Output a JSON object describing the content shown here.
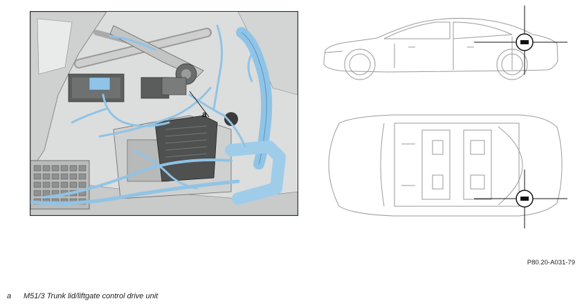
{
  "callout_letter": "a",
  "figure_code": "P80.20-A031-79",
  "legend": [
    {
      "key": "a",
      "text": "M51/3 Trunk lid/liftgate control drive unit"
    }
  ],
  "colors": {
    "highlight": "#8fc4e6",
    "outline": "#444444",
    "frame": "#2a2a2a"
  }
}
